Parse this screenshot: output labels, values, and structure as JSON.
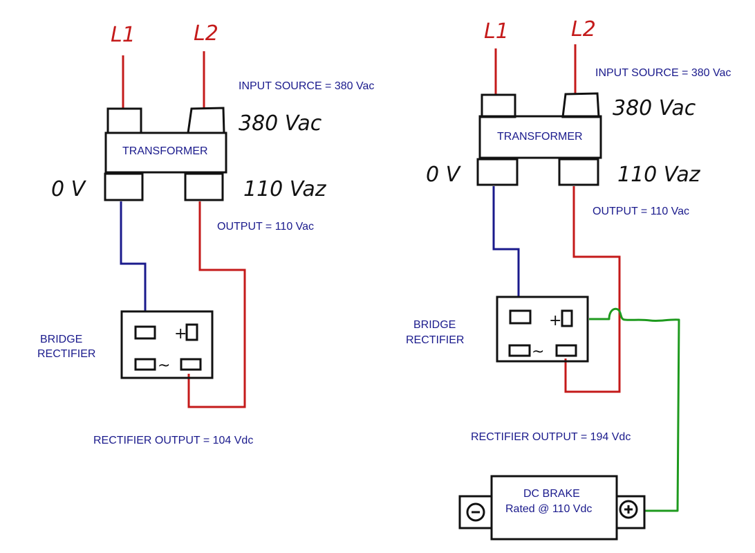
{
  "colors": {
    "line_hot": "#c41a1a",
    "line_neutral": "#1a1a8c",
    "line_brake": "#1e9a1e",
    "text_blue": "#1a1a8c",
    "outline": "#111111"
  },
  "left": {
    "l1": "L1",
    "l2": "L2",
    "input_label": "INPUT   SOURCE = 380 Vac",
    "primary_voltage": "380 Vac",
    "transformer_label": "TRANSFORMER",
    "zero_v": "0 V",
    "secondary_voltage": "110 Vaz",
    "output_label": "OUTPUT  = 110 Vac",
    "rectifier_label_1": "BRIDGE",
    "rectifier_label_2": "RECTIFIER",
    "plus_sign": "+",
    "tilde_sign": "~",
    "rectifier_output_label": "RECTIFIER OUTPUT = 104 Vdc"
  },
  "right": {
    "l1": "L1",
    "l2": "L2",
    "input_label": "INPUT   SOURCE = 380 Vac",
    "primary_voltage": "380 Vac",
    "transformer_label": "TRANSFORMER",
    "zero_v": "0 V",
    "secondary_voltage": "110 Vaz",
    "output_label": "OUTPUT  = 110 Vac",
    "rectifier_label_1": "BRIDGE",
    "rectifier_label_2": "RECTIFIER",
    "plus_sign": "+",
    "tilde_sign": "~",
    "rectifier_output_label": "RECTIFIER OUTPUT = 194 Vdc",
    "brake_label_1": "DC BRAKE",
    "brake_label_2": "Rated @ 110 Vdc",
    "brake_minus": "−",
    "brake_plus": "+"
  }
}
